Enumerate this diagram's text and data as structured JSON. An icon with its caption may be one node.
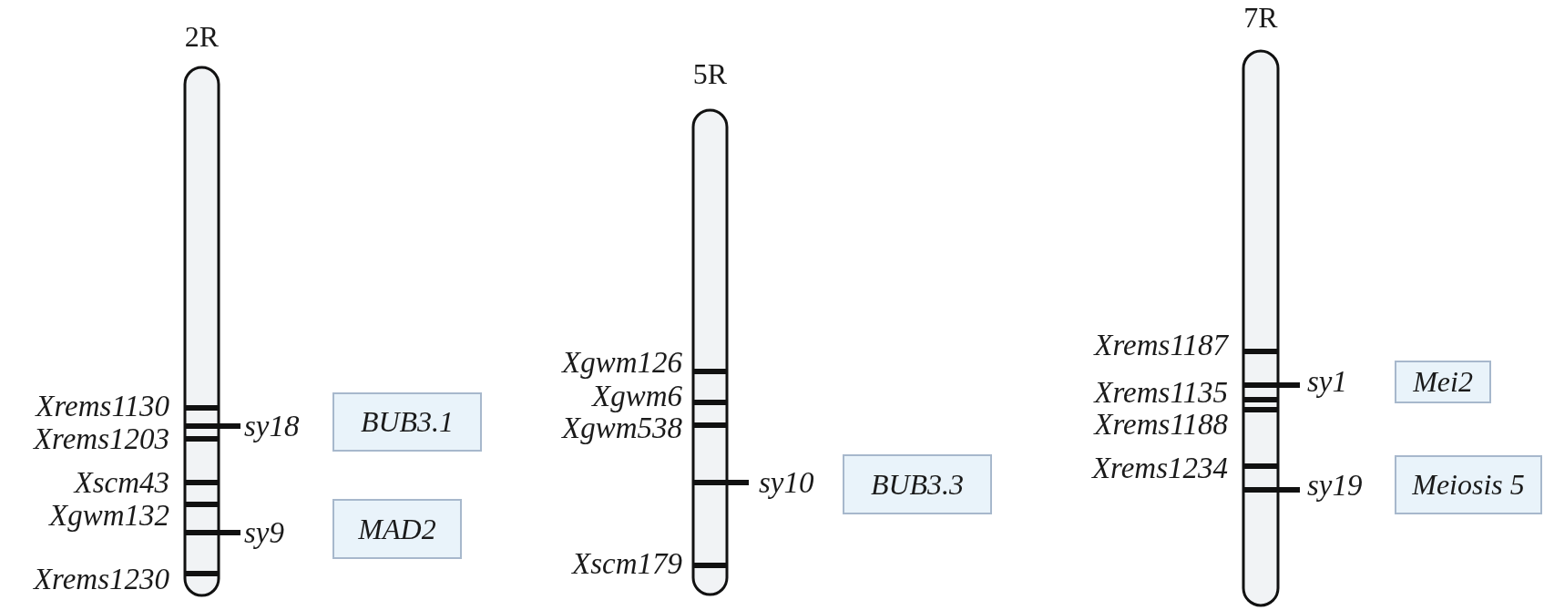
{
  "diagram": {
    "nodes": [
      {
        "text": [
          "2R"
        ]
      },
      {
        "text": [
          "BUB3.1"
        ]
      },
      {
        "text": [
          "MAD2"
        ]
      },
      {
        "text": [
          "5R"
        ]
      },
      {
        "text": [
          "BUB3.3"
        ]
      },
      {
        "text": [
          "7R"
        ]
      },
      {
        "text": [
          "Mei2"
        ]
      },
      {
        "text": [
          "Meiosis 5"
        ]
      }
    ],
    "labels": [
      "Xrems1130",
      "sy18",
      "Xrems1203",
      "Xscm43",
      "Xgwm132",
      "sy9",
      "Xrems1230",
      "Xgwm126",
      "Xgwm6",
      "Xgwm538",
      "sy10",
      "Xscm179",
      "Xrems1187",
      "sy1",
      "Xrems1135",
      "Xrems1188",
      "Xrems1234",
      "sy19"
    ]
  }
}
